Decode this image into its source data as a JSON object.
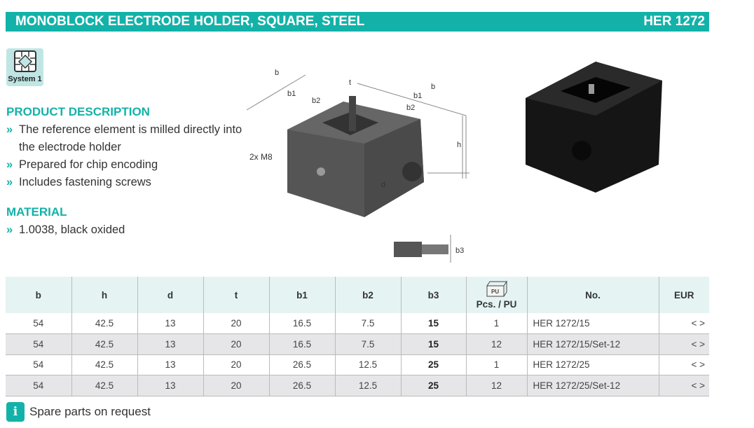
{
  "header": {
    "title": "MONOBLOCK ELECTRODE HOLDER, SQUARE, STEEL",
    "code": "HER 1272"
  },
  "badge": {
    "label": "System 1"
  },
  "description": {
    "heading": "PRODUCT DESCRIPTION",
    "items": [
      "The reference element is milled directly into the electrode holder",
      "Prepared for chip encoding",
      "Includes fastening screws"
    ]
  },
  "material": {
    "heading": "MATERIAL",
    "items": [
      "1.0038, black oxided"
    ]
  },
  "drawing": {
    "labels": {
      "b": "b",
      "b1": "b1",
      "b2": "b2",
      "t": "t",
      "h": "h",
      "d": "d",
      "screws": "2x M8",
      "b3": "b3"
    }
  },
  "table": {
    "headers": [
      "b",
      "h",
      "d",
      "t",
      "b1",
      "b2",
      "b3",
      "Pcs. / PU",
      "No.",
      "EUR"
    ],
    "pu_icon_label": "PU",
    "rows": [
      [
        "54",
        "42.5",
        "13",
        "20",
        "16.5",
        "7.5",
        "15",
        "1",
        "HER 1272/15",
        "< >"
      ],
      [
        "54",
        "42.5",
        "13",
        "20",
        "16.5",
        "7.5",
        "15",
        "12",
        "HER 1272/15/Set-12",
        "< >"
      ],
      [
        "54",
        "42.5",
        "13",
        "20",
        "26.5",
        "12.5",
        "25",
        "1",
        "HER 1272/25",
        "< >"
      ],
      [
        "54",
        "42.5",
        "13",
        "20",
        "26.5",
        "12.5",
        "25",
        "12",
        "HER 1272/25/Set-12",
        "< >"
      ]
    ]
  },
  "footer": {
    "note": "Spare parts on request",
    "icon": "i"
  },
  "colors": {
    "accent": "#13b2a9",
    "header_bg": "#e5f4f3",
    "alt_row": "#e6e6e8"
  }
}
